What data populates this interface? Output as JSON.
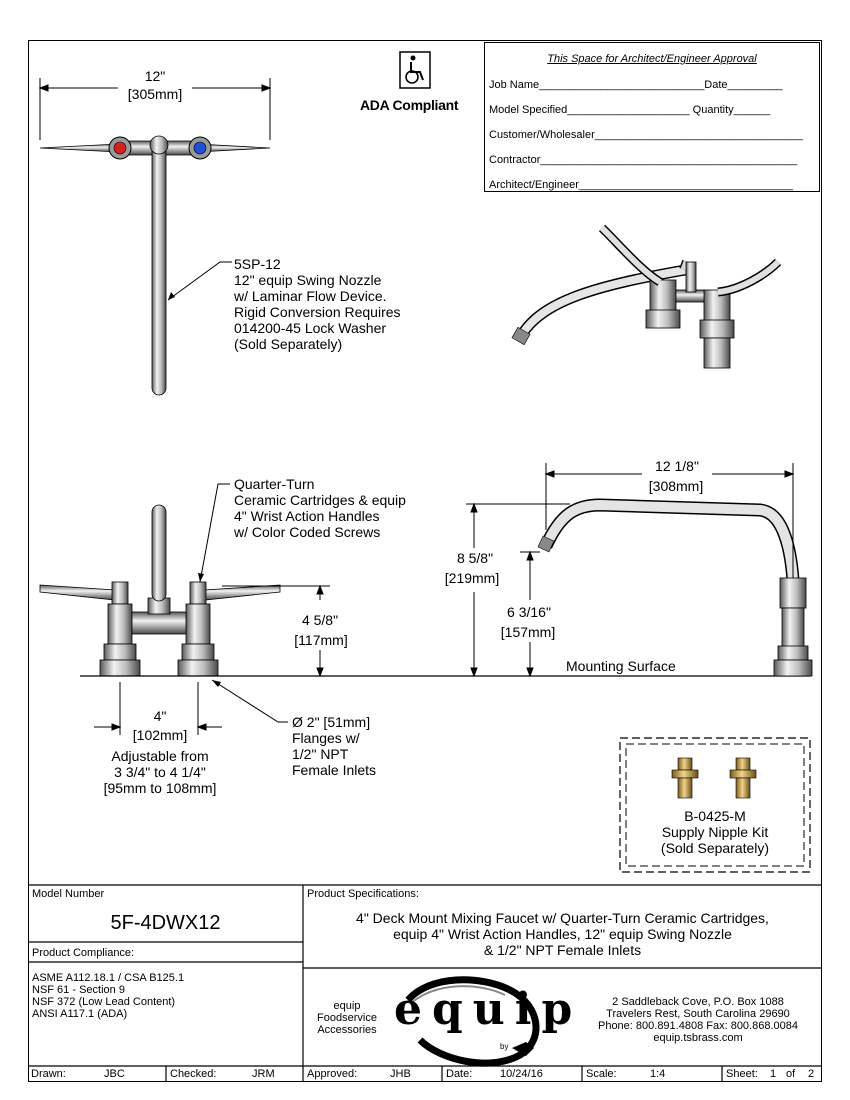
{
  "ada": {
    "label": "ADA Compliant"
  },
  "approval": {
    "title": "This Space for Architect/Engineer Approval",
    "rows": [
      "Job Name___________________________Date_________",
      "Model Specified____________________ Quantity______",
      "Customer/Wholesaler__________________________________",
      "Contractor__________________________________________",
      "Architect/Engineer___________________________________"
    ]
  },
  "top_view": {
    "width_in": "12\"",
    "width_mm": "305mm",
    "nozzle_callout": [
      "5SP-12",
      "12\" equip Swing Nozzle",
      "w/ Laminar Flow Device.",
      "Rigid Conversion Requires",
      "014200-45 Lock Washer",
      "(Sold Separately)"
    ]
  },
  "front_view": {
    "cartridge_callout": [
      "Quarter-Turn",
      "Ceramic Cartridges & equip",
      "4\" Wrist Action Handles",
      "w/ Color Coded Screws"
    ],
    "height_in": "4 5/8\"",
    "height_mm": "117mm",
    "spacing_in": "4\"",
    "spacing_mm": "102mm",
    "adjustable": [
      "Adjustable from",
      "3 3/4\" to 4 1/4\"",
      "[95mm to 108mm]"
    ],
    "flange_callout": [
      "Ø 2\" [51mm]",
      "Flanges w/",
      "1/2\" NPT",
      "Female Inlets"
    ]
  },
  "side_view": {
    "reach_in": "12 1/8\"",
    "reach_mm": "308mm",
    "total_h_in": "8 5/8\"",
    "total_h_mm": "219mm",
    "outlet_h_in": "6 3/16\"",
    "outlet_h_mm": "157mm",
    "surface": "Mounting Surface"
  },
  "nipple_kit": {
    "lines": [
      "B-0425-M",
      "Supply Nipple Kit",
      "(Sold Separately)"
    ]
  },
  "title_block": {
    "model_label": "Model Number",
    "model": "5F-4DWX12",
    "spec_label": "Product Specifications:",
    "spec_lines": [
      "4\" Deck Mount Mixing Faucet w/ Quarter-Turn Ceramic Cartridges,",
      "equip 4\" Wrist Action Handles, 12\" equip Swing Nozzle",
      "& 1/2\" NPT Female Inlets"
    ],
    "compliance_label": "Product Compliance:",
    "compliance": [
      "ASME A112.18.1 / CSA B125.1",
      "NSF 61 - Section 9",
      "NSF 372 (Low Lead Content)",
      "ANSI A117.1 (ADA)"
    ],
    "brand_small": [
      "equip",
      "Foodservice",
      "Accessories"
    ],
    "brand_logo": "equip",
    "brand_by": "by",
    "address": [
      "2 Saddleback Cove, P.O. Box 1088",
      "Travelers Rest, South Carolina 29690",
      "Phone: 800.891.4808  Fax: 800.868.0084",
      "equip.tsbrass.com"
    ],
    "footer": {
      "drawn_label": "Drawn:",
      "drawn": "JBC",
      "checked_label": "Checked:",
      "checked": "JRM",
      "approved_label": "Approved:",
      "approved": "JHB",
      "date_label": "Date:",
      "date": "10/24/16",
      "scale_label": "Scale:",
      "scale": "1:4",
      "sheet_label": "Sheet:",
      "sheet": "1",
      "of_label": "of",
      "sheet_total": "2"
    }
  },
  "colors": {
    "line": "#000000",
    "metal_dark": "#6e6e6e",
    "metal_light": "#d8d8d8",
    "brass": "#c8a24a"
  }
}
